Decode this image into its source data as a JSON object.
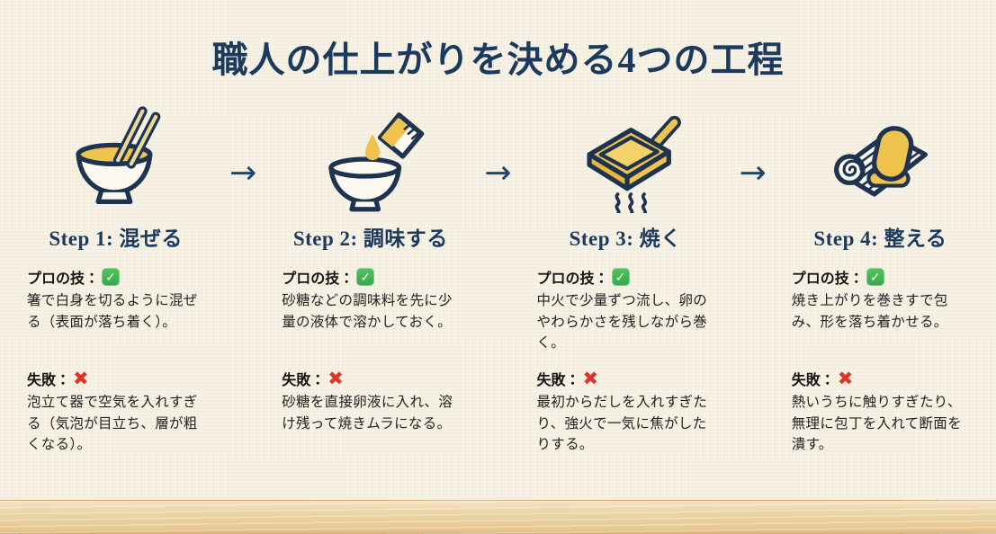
{
  "title": "職人の仕上がりを決める4つの工程",
  "labels": {
    "pro": "プロの技：",
    "fail": "失敗：",
    "check_glyph": "✓",
    "cross_glyph": "✖",
    "arrow_glyph": "→"
  },
  "colors": {
    "background": "#f7f2e6",
    "navy": "#1c3a5e",
    "yellow": "#f0c24e",
    "check_green": "#34a94a",
    "cross_red": "#dd3527",
    "wood": "#e9cf9e"
  },
  "icons": {
    "step1": "mixing-bowl-chopsticks-icon",
    "step2": "measuring-cup-pour-bowl-icon",
    "step3": "square-tamagoyaki-pan-icon",
    "step4": "bamboo-mat-egg-roll-icon"
  },
  "steps": [
    {
      "title": "Step 1: 混ぜる",
      "pro_text": "箸で白身を切るように混ぜる（表面が落ち着く）。",
      "fail_text": "泡立て器で空気を入れすぎる（気泡が目立ち、層が粗くなる）。"
    },
    {
      "title": "Step 2: 調味する",
      "pro_text": "砂糖などの調味料を先に少量の液体で溶かしておく。",
      "fail_text": "砂糖を直接卵液に入れ、溶け残って焼きムラになる。"
    },
    {
      "title": "Step 3: 焼く",
      "pro_text": "中火で少量ずつ流し、卵のやわらかさを残しながら巻く。",
      "fail_text": "最初からだしを入れすぎたり、強火で一気に焦がしたりする。"
    },
    {
      "title": "Step 4: 整える",
      "pro_text": "焼き上がりを巻きすで包み、形を落ち着かせる。",
      "fail_text": "熱いうちに触りすぎたり、無理に包丁を入れて断面を潰す。"
    }
  ]
}
